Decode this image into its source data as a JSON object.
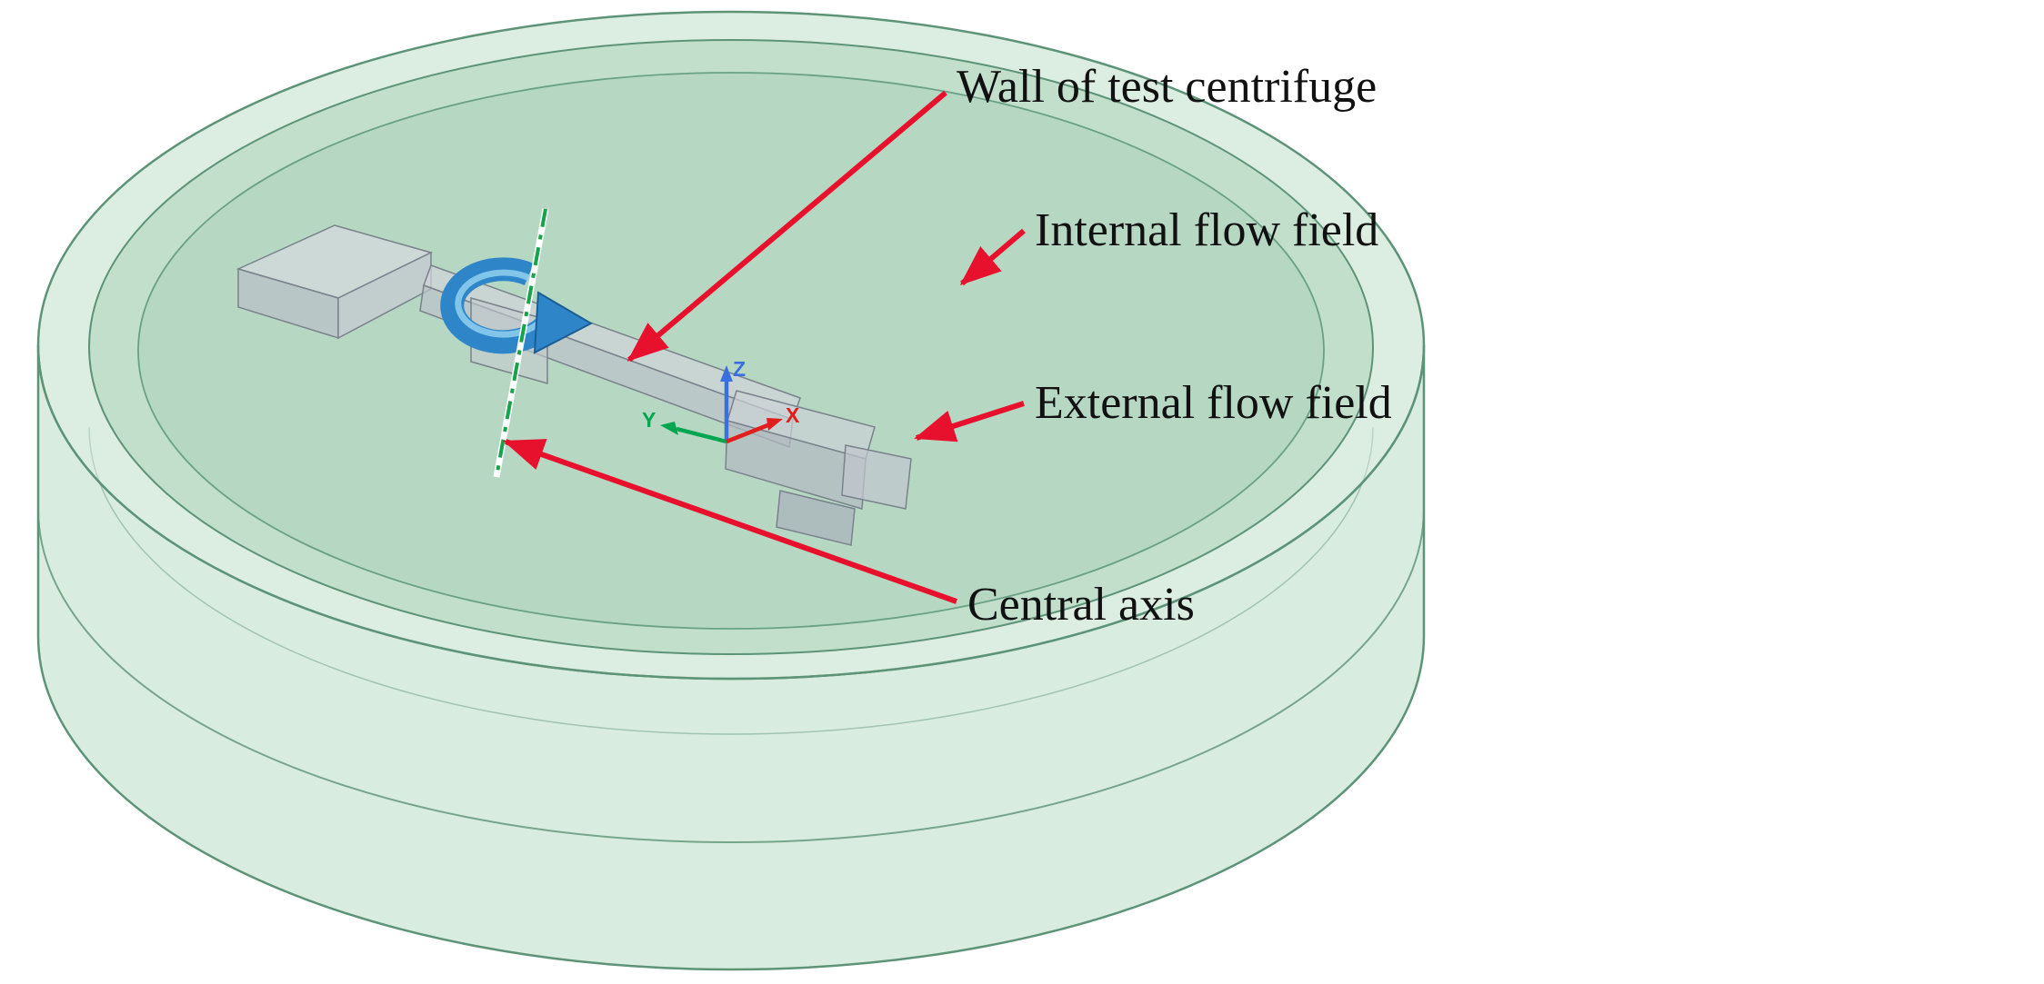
{
  "figure": {
    "labels": {
      "wall_of_test_centrifuge": "Wall of test centrifuge",
      "internal_flow_field": "Internal flow field",
      "external_flow_field": "External flow field",
      "central_axis": "Central axis"
    },
    "triad": {
      "x_label": "X",
      "y_label": "Y",
      "z_label": "Z",
      "x_color": "#e11d1d",
      "y_color": "#00a651",
      "z_color": "#3b6fe0"
    },
    "colors": {
      "annotation_arrow": "#e8112d",
      "flow_field_fill": "#b9dcc6",
      "flow_field_edge": "#5d9377",
      "rotation_arrow": "#2e86c9",
      "rotation_arrow_edge": "#1a5e94",
      "rotation_arrow_highlight": "#8fd0f0",
      "central_axis_line": "#16a34a",
      "model_fill": "#ccd1d7",
      "model_edge": "#7a828c",
      "text": "#111111",
      "background": "#ffffff"
    }
  }
}
